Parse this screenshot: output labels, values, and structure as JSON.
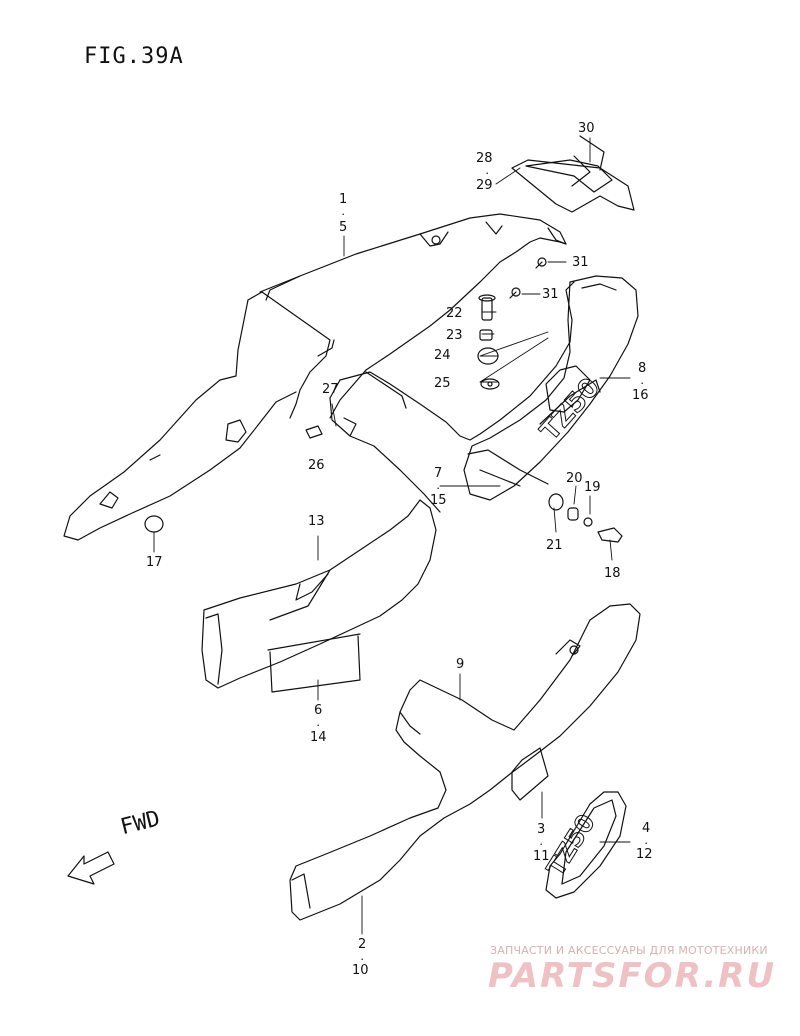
{
  "figure": {
    "title": "FIG.39A"
  },
  "fwd_label": "FWD",
  "watermark": {
    "caption": "ЗАПЧАСТИ И АКСЕССУАРЫ ДЛЯ МОТОТЕХНИКИ",
    "brand": "PARTSFOR.RU"
  },
  "callouts": [
    {
      "id": "c30",
      "text": "30"
    },
    {
      "id": "c28",
      "text": "28"
    },
    {
      "id": "c29",
      "text": "29"
    },
    {
      "id": "c1",
      "text": "1"
    },
    {
      "id": "c5",
      "text": "5"
    },
    {
      "id": "c31a",
      "text": "31"
    },
    {
      "id": "c31b",
      "text": "31"
    },
    {
      "id": "c22",
      "text": "22"
    },
    {
      "id": "c23",
      "text": "23"
    },
    {
      "id": "c24",
      "text": "24"
    },
    {
      "id": "c25",
      "text": "25"
    },
    {
      "id": "c8",
      "text": "8"
    },
    {
      "id": "c16",
      "text": "16"
    },
    {
      "id": "c27",
      "text": "27"
    },
    {
      "id": "c26",
      "text": "26"
    },
    {
      "id": "c7",
      "text": "7"
    },
    {
      "id": "c15",
      "text": "15"
    },
    {
      "id": "c20",
      "text": "20"
    },
    {
      "id": "c19",
      "text": "19"
    },
    {
      "id": "c21",
      "text": "21"
    },
    {
      "id": "c18",
      "text": "18"
    },
    {
      "id": "c17",
      "text": "17"
    },
    {
      "id": "c13",
      "text": "13"
    },
    {
      "id": "c6",
      "text": "6"
    },
    {
      "id": "c14",
      "text": "14"
    },
    {
      "id": "c9",
      "text": "9"
    },
    {
      "id": "c3",
      "text": "3"
    },
    {
      "id": "c11",
      "text": "11"
    },
    {
      "id": "c4",
      "text": "4"
    },
    {
      "id": "c12",
      "text": "12"
    },
    {
      "id": "c2",
      "text": "2"
    },
    {
      "id": "c10",
      "text": "10"
    }
  ],
  "emblem_text": "TZ50"
}
